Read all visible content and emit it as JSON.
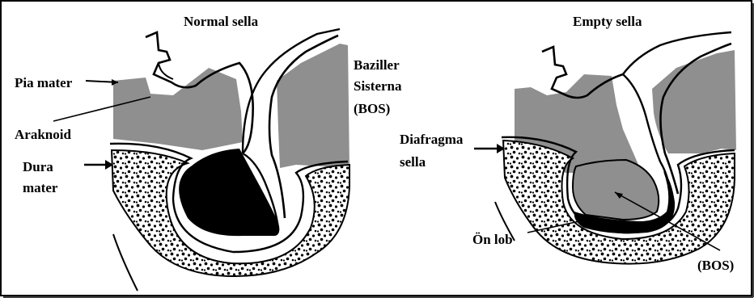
{
  "panels": {
    "normal": {
      "title": "Normal sella",
      "labels": {
        "pia_mater": "Pia mater",
        "araknoid": "Araknoid",
        "dura_line1": "Dura",
        "dura_line2": "mater",
        "baziller_line1": "Baziller",
        "baziller_line2": "Sisterna",
        "baziller_line3": "(BOS)"
      }
    },
    "empty": {
      "title": "Empty sella",
      "labels": {
        "diafragma_line1": "Diafragma",
        "diafragma_line2": "sella",
        "on_lob": "Ön lob",
        "bos": "(BOS)"
      }
    }
  },
  "colors": {
    "csf_grey": "#8f8f8f",
    "gland_black": "#000000",
    "outline": "#000000",
    "background": "#ffffff"
  }
}
